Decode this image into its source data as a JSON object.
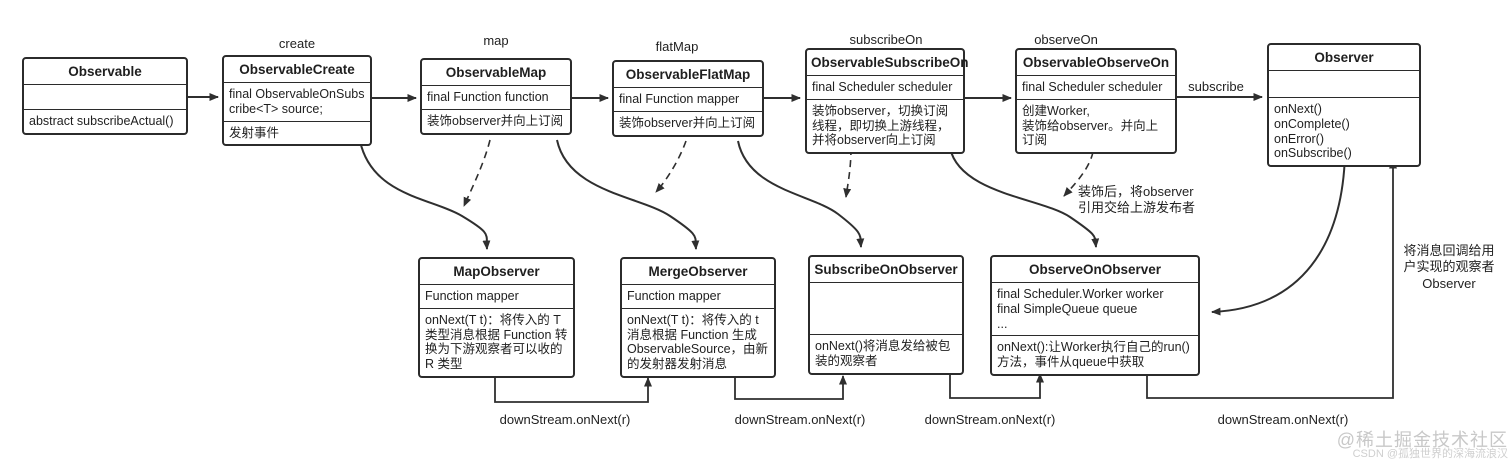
{
  "colors": {
    "line": "#2f2f2f",
    "text": "#1f1f1f",
    "background": "#ffffff",
    "watermark": "#c8c8c8"
  },
  "classes": {
    "observable": {
      "title": "Observable",
      "attr": "",
      "desc": "abstract subscribeActual()"
    },
    "observable_create": {
      "title": "ObservableCreate",
      "attr": "final ObservableOnSubscribe<T> source;",
      "desc": "发射事件"
    },
    "observable_map": {
      "title": "ObservableMap",
      "attr": "final Function function",
      "desc": "装饰observer并向上订阅"
    },
    "observable_flatmap": {
      "title": "ObservableFlatMap",
      "attr": "final Function mapper",
      "desc": "装饰observer并向上订阅"
    },
    "observable_subscribe_on": {
      "title": "ObservableSubscribeOn",
      "attr": "final Scheduler scheduler",
      "desc": "装饰observer，切换订阅线程，即切换上游线程，并将observer向上订阅"
    },
    "observable_observe_on": {
      "title": "ObservableObserveOn",
      "attr": "final Scheduler scheduler",
      "desc": "创建Worker,\n装饰给observer。并向上订阅"
    },
    "observer": {
      "title": "Observer",
      "attr": "",
      "desc": "onNext()\nonComplete()\nonError()\nonSubscribe()"
    },
    "map_observer": {
      "title": "MapObserver",
      "attr": "Function mapper",
      "desc": "onNext(T t)：将传入的 T 类型消息根据 Function 转换为下游观察者可以收的 R 类型"
    },
    "merge_observer": {
      "title": "MergeObserver",
      "attr": "Function mapper",
      "desc": "onNext(T t)：将传入的 t 消息根据 Function 生成 ObservableSource，由新的发射器发射消息"
    },
    "subscribe_on_observer": {
      "title": "SubscribeOnObserver",
      "attr": "",
      "desc": "onNext()将消息发给被包装的观察者"
    },
    "observe_on_observer": {
      "title": "ObserveOnObserver",
      "attr": "final Scheduler.Worker worker\nfinal SimpleQueue queue\n...",
      "desc": "onNext():让Worker执行自己的run()方法，事件从queue中获取"
    }
  },
  "edge_labels": {
    "create": "create",
    "map": "map",
    "flat_map": "flatMap",
    "subscribe_on": "subscribeOn",
    "observe_on": "observeOn",
    "subscribe": "subscribe",
    "decorate_note": "装饰后，将observer\n引用交给上游发布者",
    "callback_note": "将消息回调给用\n户实现的观察者\nObserver",
    "down_stream_1": "downStream.onNext(r)",
    "down_stream_2": "downStream.onNext(r)",
    "down_stream_3": "downStream.onNext(r)",
    "down_stream_4": "downStream.onNext(r)"
  },
  "watermark": {
    "line1": "@稀土掘金技术社区",
    "line2": "CSDN @孤独世界的深海流浪汉"
  }
}
